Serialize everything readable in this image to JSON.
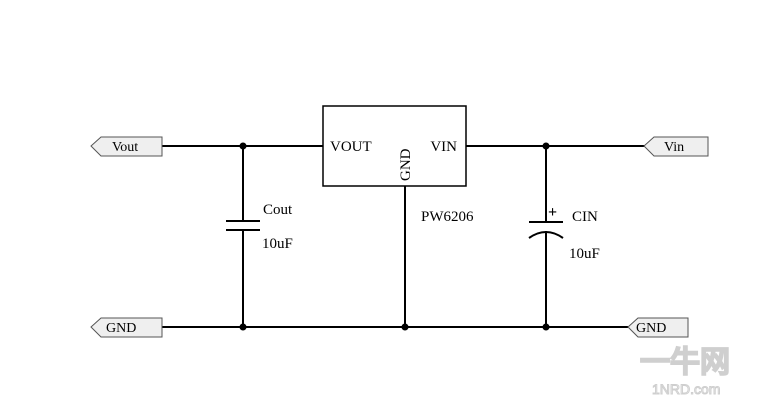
{
  "ic": {
    "part": "PW6206",
    "pins": {
      "vout": "VOUT",
      "vin": "VIN",
      "gnd": "GND"
    }
  },
  "ports": {
    "vout": "Vout",
    "vin": "Vin",
    "gnd_left": "GND",
    "gnd_right": "GND"
  },
  "cout": {
    "name": "Cout",
    "value": "10uF"
  },
  "cin": {
    "name": "CIN",
    "value": "10uF",
    "polarity": "+"
  },
  "watermark": {
    "main": "一牛网",
    "sub": "1NRD.com"
  }
}
